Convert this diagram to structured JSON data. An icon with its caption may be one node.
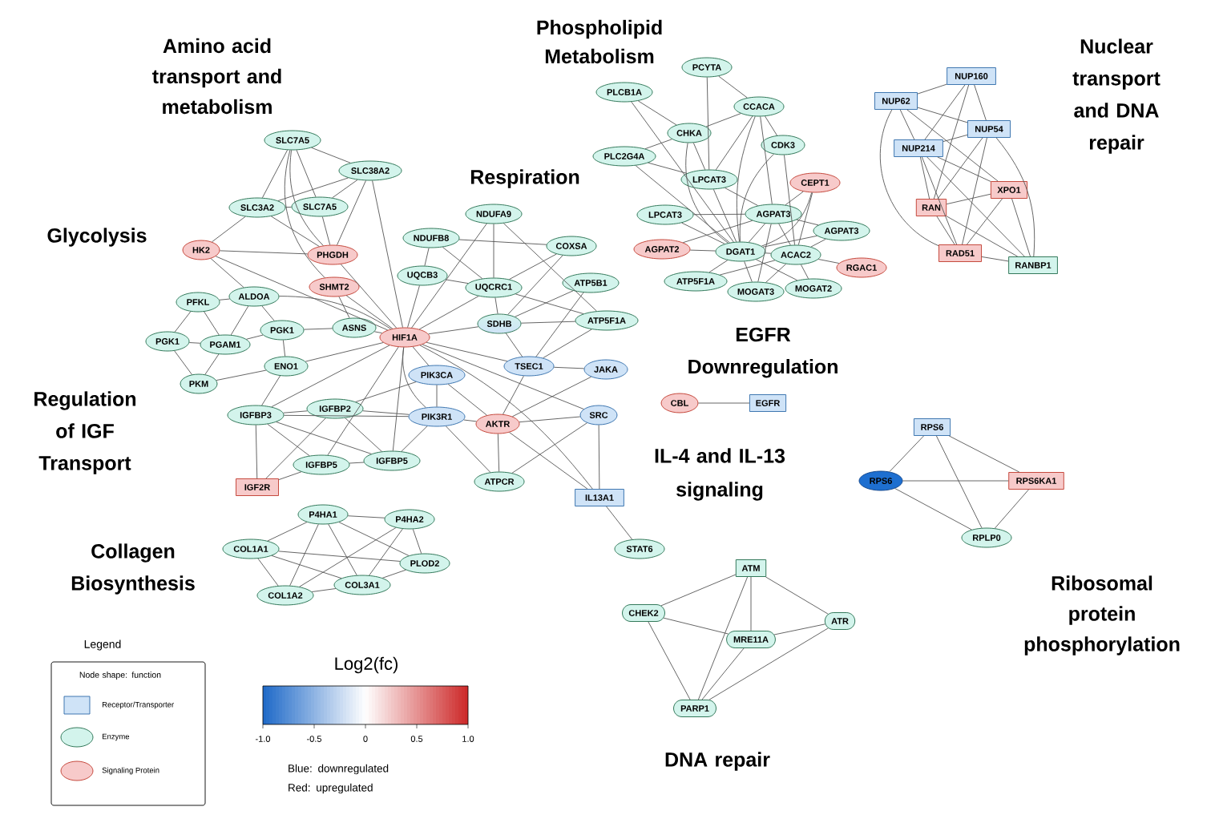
{
  "diagram": {
    "nodes": [
      {
        "text": [
          "SLC7A5"
        ]
      },
      {
        "text": [
          "SLC38A2"
        ]
      },
      {
        "text": [
          "SLC3A2"
        ]
      },
      {
        "text": [
          "SLC7A5"
        ]
      },
      {
        "text": [
          "PHGDH"
        ]
      },
      {
        "text": [
          "HK2"
        ]
      },
      {
        "text": [
          "SHMT2"
        ]
      },
      {
        "text": [
          "PFKL"
        ]
      },
      {
        "text": [
          "ALDOA"
        ]
      },
      {
        "text": [
          "PGK1"
        ]
      },
      {
        "text": [
          "PGK1"
        ]
      },
      {
        "text": [
          "PGAM1"
        ]
      },
      {
        "text": [
          "ASNS"
        ]
      },
      {
        "text": [
          "ENO1"
        ]
      },
      {
        "text": [
          "PKM"
        ]
      },
      {
        "text": [
          "HIF1A"
        ]
      },
      {
        "text": [
          "IGFBP3"
        ]
      },
      {
        "text": [
          "IGFBP2"
        ]
      },
      {
        "text": [
          "IGFBP5"
        ]
      },
      {
        "text": [
          "IGFBP5"
        ]
      },
      {
        "text": [
          "IGF2R"
        ]
      },
      {
        "text": [
          "PIK3CA"
        ]
      },
      {
        "text": [
          "PIK3R1"
        ]
      },
      {
        "text": [
          "AKTR"
        ]
      },
      {
        "text": [
          "ATPCR"
        ]
      },
      {
        "text": [
          "NDUFA9"
        ]
      },
      {
        "text": [
          "NDUFB8"
        ]
      },
      {
        "text": [
          "COXSA"
        ]
      },
      {
        "text": [
          "UQCB3"
        ]
      },
      {
        "text": [
          "UQCRC1"
        ]
      },
      {
        "text": [
          "ATP5B1"
        ]
      },
      {
        "text": [
          "SDHB"
        ]
      },
      {
        "text": [
          "ATP5F1A"
        ]
      },
      {
        "text": [
          "TSEC1"
        ]
      },
      {
        "text": [
          "JAKA"
        ]
      },
      {
        "text": [
          "SRC"
        ]
      },
      {
        "text": [
          "IL13A1"
        ]
      },
      {
        "text": [
          "STAT6"
        ]
      },
      {
        "text": [
          "PCYTA"
        ]
      },
      {
        "text": [
          "PLCB1A"
        ]
      },
      {
        "text": [
          "CCACA"
        ]
      },
      {
        "text": [
          "CHKA"
        ]
      },
      {
        "text": [
          "CDK3"
        ]
      },
      {
        "text": [
          "PLC2G4A"
        ]
      },
      {
        "text": [
          "LPCAT3"
        ]
      },
      {
        "text": [
          "CEPT1"
        ]
      },
      {
        "text": [
          "LPCAT3"
        ]
      },
      {
        "text": [
          "AGPAT3"
        ]
      },
      {
        "text": [
          "AGPAT3"
        ]
      },
      {
        "text": [
          "AGPAT2"
        ]
      },
      {
        "text": [
          "DGAT1"
        ]
      },
      {
        "text": [
          "ACAC2"
        ]
      },
      {
        "text": [
          "RGAC1"
        ]
      },
      {
        "text": [
          "ATP5F1A"
        ]
      },
      {
        "text": [
          "MOGAT3"
        ]
      },
      {
        "text": [
          "MOGAT2"
        ]
      },
      {
        "text": [
          "CBL"
        ]
      },
      {
        "text": [
          "EGFR"
        ]
      },
      {
        "text": [
          "NUP160"
        ]
      },
      {
        "text": [
          "NUP62"
        ]
      },
      {
        "text": [
          "NUP54"
        ]
      },
      {
        "text": [
          "NUP214"
        ]
      },
      {
        "text": [
          "XPO1"
        ]
      },
      {
        "text": [
          "RAN"
        ]
      },
      {
        "text": [
          "RAD51"
        ]
      },
      {
        "text": [
          "RANBP1"
        ]
      },
      {
        "text": [
          "RPS6"
        ]
      },
      {
        "text": [
          "RPS6"
        ]
      },
      {
        "text": [
          "RPS6KA1"
        ]
      },
      {
        "text": [
          "RPLP0"
        ]
      },
      {
        "text": [
          "P4HA1"
        ]
      },
      {
        "text": [
          "P4HA2"
        ]
      },
      {
        "text": [
          "COL1A1"
        ]
      },
      {
        "text": [
          "PLOD2"
        ]
      },
      {
        "text": [
          "COL3A1"
        ]
      },
      {
        "text": [
          "COL1A2"
        ]
      },
      {
        "text": [
          "ATM"
        ]
      },
      {
        "text": [
          "CHEK2"
        ]
      },
      {
        "text": [
          "ATR"
        ]
      },
      {
        "text": [
          "MRE11A"
        ]
      },
      {
        "text": [
          "PARP1"
        ]
      }
    ],
    "edges": [
      {
        "from": 0,
        "to": 2,
        "arrow": "none"
      },
      {
        "from": 0,
        "to": 3,
        "arrow": "none"
      },
      {
        "from": 0,
        "to": 1,
        "arrow": "none"
      },
      {
        "from": 0,
        "to": 4,
        "arrow": "none"
      },
      {
        "from": 0,
        "to": 6,
        "arrow": "none"
      },
      {
        "from": 1,
        "to": 2,
        "arrow": "none"
      },
      {
        "from": 1,
        "to": 3,
        "arrow": "none"
      },
      {
        "from": 1,
        "to": 4,
        "arrow": "none"
      },
      {
        "from": 1,
        "to": 15,
        "arrow": "none"
      },
      {
        "from": 2,
        "to": 3,
        "arrow": "none"
      },
      {
        "from": 2,
        "to": 5,
        "arrow": "none"
      },
      {
        "from": 2,
        "to": 4,
        "arrow": "none"
      },
      {
        "from": 3,
        "to": 4,
        "arrow": "none"
      },
      {
        "from": 5,
        "to": 4,
        "arrow": "none"
      },
      {
        "from": 5,
        "to": 8,
        "arrow": "none"
      },
      {
        "from": 5,
        "to": 15,
        "arrow": "none"
      },
      {
        "from": 4,
        "to": 15,
        "arrow": "none"
      },
      {
        "from": 6,
        "to": 15,
        "arrow": "none"
      },
      {
        "from": 6,
        "to": 12,
        "arrow": "none"
      },
      {
        "from": 7,
        "to": 8,
        "arrow": "none"
      },
      {
        "from": 7,
        "to": 10,
        "arrow": "none"
      },
      {
        "from": 7,
        "to": 11,
        "arrow": "none"
      },
      {
        "from": 8,
        "to": 11,
        "arrow": "none"
      },
      {
        "from": 8,
        "to": 9,
        "arrow": "none"
      },
      {
        "from": 8,
        "to": 15,
        "arrow": "none"
      },
      {
        "from": 10,
        "to": 11,
        "arrow": "none"
      },
      {
        "from": 10,
        "to": 14,
        "arrow": "none"
      },
      {
        "from": 11,
        "to": 9,
        "arrow": "none"
      },
      {
        "from": 11,
        "to": 14,
        "arrow": "none"
      },
      {
        "from": 9,
        "to": 13,
        "arrow": "none"
      },
      {
        "from": 9,
        "to": 12,
        "arrow": "none"
      },
      {
        "from": 12,
        "to": 15,
        "arrow": "none"
      },
      {
        "from": 13,
        "to": 14,
        "arrow": "none"
      },
      {
        "from": 13,
        "to": 15,
        "arrow": "none"
      },
      {
        "from": 13,
        "to": 16,
        "arrow": "none"
      },
      {
        "from": 16,
        "to": 17,
        "arrow": "none"
      },
      {
        "from": 16,
        "to": 15,
        "arrow": "none"
      },
      {
        "from": 16,
        "to": 20,
        "arrow": "none"
      },
      {
        "from": 16,
        "to": 18,
        "arrow": "none"
      },
      {
        "from": 16,
        "to": 19,
        "arrow": "none"
      },
      {
        "from": 16,
        "to": 22,
        "arrow": "none"
      },
      {
        "from": 17,
        "to": 21,
        "arrow": "none"
      },
      {
        "from": 17,
        "to": 22,
        "arrow": "none"
      },
      {
        "from": 17,
        "to": 19,
        "arrow": "none"
      },
      {
        "from": 17,
        "to": 20,
        "arrow": "none"
      },
      {
        "from": 18,
        "to": 19,
        "arrow": "none"
      },
      {
        "from": 18,
        "to": 20,
        "arrow": "none"
      },
      {
        "from": 18,
        "to": 15,
        "arrow": "none"
      },
      {
        "from": 19,
        "to": 15,
        "arrow": "none"
      },
      {
        "from": 19,
        "to": 22,
        "arrow": "none"
      },
      {
        "from": 22,
        "to": 21,
        "arrow": "none"
      },
      {
        "from": 21,
        "to": 15,
        "arrow": "none"
      },
      {
        "from": 22,
        "to": 15,
        "arrow": "none"
      },
      {
        "from": 22,
        "to": 23,
        "arrow": "none"
      },
      {
        "from": 21,
        "to": 23,
        "arrow": "none"
      },
      {
        "from": 22,
        "to": 24,
        "arrow": "none"
      },
      {
        "from": 23,
        "to": 24,
        "arrow": "none"
      },
      {
        "from": 23,
        "to": 33,
        "arrow": "none"
      },
      {
        "from": 23,
        "to": 34,
        "arrow": "none"
      },
      {
        "from": 23,
        "to": 35,
        "arrow": "none"
      },
      {
        "from": 23,
        "to": 36,
        "arrow": "none"
      },
      {
        "from": 24,
        "to": 35,
        "arrow": "none"
      },
      {
        "from": 15,
        "to": 35,
        "arrow": "none"
      },
      {
        "from": 15,
        "to": 36,
        "arrow": "none"
      },
      {
        "from": 35,
        "to": 36,
        "arrow": "none"
      },
      {
        "from": 36,
        "to": 37,
        "arrow": "none"
      },
      {
        "from": 15,
        "to": 25,
        "arrow": "none"
      },
      {
        "from": 15,
        "to": 28,
        "arrow": "none"
      },
      {
        "from": 15,
        "to": 29,
        "arrow": "none"
      },
      {
        "from": 15,
        "to": 31,
        "arrow": "none"
      },
      {
        "from": 15,
        "to": 33,
        "arrow": "none"
      },
      {
        "from": 25,
        "to": 29,
        "arrow": "none"
      },
      {
        "from": 25,
        "to": 32,
        "arrow": "none"
      },
      {
        "from": 26,
        "to": 28,
        "arrow": "none"
      },
      {
        "from": 26,
        "to": 29,
        "arrow": "none"
      },
      {
        "from": 26,
        "to": 27,
        "arrow": "none"
      },
      {
        "from": 28,
        "to": 29,
        "arrow": "none"
      },
      {
        "from": 27,
        "to": 29,
        "arrow": "none"
      },
      {
        "from": 27,
        "to": 31,
        "arrow": "none"
      },
      {
        "from": 29,
        "to": 31,
        "arrow": "none"
      },
      {
        "from": 29,
        "to": 32,
        "arrow": "none"
      },
      {
        "from": 31,
        "to": 32,
        "arrow": "none"
      },
      {
        "from": 31,
        "to": 33,
        "arrow": "none"
      },
      {
        "from": 30,
        "to": 33,
        "arrow": "none"
      },
      {
        "from": 32,
        "to": 33,
        "arrow": "none"
      },
      {
        "from": 33,
        "to": 34,
        "arrow": "none"
      },
      {
        "from": 30,
        "to": 31,
        "arrow": "none"
      },
      {
        "from": 38,
        "to": 40,
        "arrow": "none"
      },
      {
        "from": 38,
        "to": 44,
        "arrow": "none"
      },
      {
        "from": 39,
        "to": 41,
        "arrow": "none"
      },
      {
        "from": 39,
        "to": 50,
        "arrow": "none"
      },
      {
        "from": 40,
        "to": 41,
        "arrow": "none"
      },
      {
        "from": 40,
        "to": 44,
        "arrow": "none"
      },
      {
        "from": 40,
        "to": 42,
        "arrow": "none"
      },
      {
        "from": 40,
        "to": 47,
        "arrow": "none"
      },
      {
        "from": 40,
        "to": 50,
        "arrow": "none"
      },
      {
        "from": 41,
        "to": 43,
        "arrow": "none"
      },
      {
        "from": 41,
        "to": 44,
        "arrow": "none"
      },
      {
        "from": 41,
        "to": 50,
        "arrow": "none"
      },
      {
        "from": 43,
        "to": 50,
        "arrow": "none"
      },
      {
        "from": 43,
        "to": 44,
        "arrow": "none"
      },
      {
        "from": 42,
        "to": 50,
        "arrow": "none"
      },
      {
        "from": 42,
        "to": 51,
        "arrow": "none"
      },
      {
        "from": 44,
        "to": 47,
        "arrow": "none"
      },
      {
        "from": 44,
        "to": 50,
        "arrow": "none"
      },
      {
        "from": 45,
        "to": 47,
        "arrow": "none"
      },
      {
        "from": 45,
        "to": 50,
        "arrow": "none"
      },
      {
        "from": 45,
        "to": 51,
        "arrow": "none"
      },
      {
        "from": 46,
        "to": 47,
        "arrow": "none"
      },
      {
        "from": 46,
        "to": 50,
        "arrow": "none"
      },
      {
        "from": 47,
        "to": 48,
        "arrow": "none"
      },
      {
        "from": 47,
        "to": 50,
        "arrow": "none"
      },
      {
        "from": 47,
        "to": 51,
        "arrow": "none"
      },
      {
        "from": 47,
        "to": 54,
        "arrow": "none"
      },
      {
        "from": 48,
        "to": 50,
        "arrow": "none"
      },
      {
        "from": 48,
        "to": 51,
        "arrow": "none"
      },
      {
        "from": 49,
        "to": 50,
        "arrow": "none"
      },
      {
        "from": 49,
        "to": 47,
        "arrow": "none"
      },
      {
        "from": 50,
        "to": 51,
        "arrow": "none"
      },
      {
        "from": 50,
        "to": 53,
        "arrow": "none"
      },
      {
        "from": 50,
        "to": 54,
        "arrow": "none"
      },
      {
        "from": 50,
        "to": 55,
        "arrow": "none"
      },
      {
        "from": 51,
        "to": 52,
        "arrow": "none"
      },
      {
        "from": 51,
        "to": 53,
        "arrow": "none"
      },
      {
        "from": 51,
        "to": 54,
        "arrow": "none"
      },
      {
        "from": 51,
        "to": 55,
        "arrow": "none"
      },
      {
        "from": 56,
        "to": 57,
        "arrow": "none"
      },
      {
        "from": 58,
        "to": 59,
        "arrow": "none"
      },
      {
        "from": 58,
        "to": 61,
        "arrow": "none"
      },
      {
        "from": 58,
        "to": 60,
        "arrow": "none"
      },
      {
        "from": 58,
        "to": 63,
        "arrow": "none"
      },
      {
        "from": 59,
        "to": 60,
        "arrow": "none"
      },
      {
        "from": 59,
        "to": 61,
        "arrow": "none"
      },
      {
        "from": 59,
        "to": 62,
        "arrow": "none"
      },
      {
        "from": 59,
        "to": 64,
        "arrow": "none"
      },
      {
        "from": 60,
        "to": 61,
        "arrow": "none"
      },
      {
        "from": 60,
        "to": 63,
        "arrow": "none"
      },
      {
        "from": 60,
        "to": 64,
        "arrow": "none"
      },
      {
        "from": 60,
        "to": 65,
        "arrow": "none"
      },
      {
        "from": 61,
        "to": 62,
        "arrow": "none"
      },
      {
        "from": 61,
        "to": 63,
        "arrow": "none"
      },
      {
        "from": 61,
        "to": 64,
        "arrow": "none"
      },
      {
        "from": 61,
        "to": 65,
        "arrow": "none"
      },
      {
        "from": 62,
        "to": 63,
        "arrow": "none"
      },
      {
        "from": 62,
        "to": 64,
        "arrow": "none"
      },
      {
        "from": 62,
        "to": 65,
        "arrow": "none"
      },
      {
        "from": 63,
        "to": 64,
        "arrow": "none"
      },
      {
        "from": 63,
        "to": 65,
        "arrow": "none"
      },
      {
        "from": 64,
        "to": 65,
        "arrow": "none"
      },
      {
        "from": 66,
        "to": 67,
        "arrow": "none"
      },
      {
        "from": 66,
        "to": 68,
        "arrow": "none"
      },
      {
        "from": 66,
        "to": 69,
        "arrow": "none"
      },
      {
        "from": 67,
        "to": 68,
        "arrow": "none"
      },
      {
        "from": 67,
        "to": 69,
        "arrow": "none"
      },
      {
        "from": 68,
        "to": 69,
        "arrow": "none"
      },
      {
        "from": 70,
        "to": 71,
        "arrow": "none"
      },
      {
        "from": 70,
        "to": 72,
        "arrow": "none"
      },
      {
        "from": 70,
        "to": 73,
        "arrow": "none"
      },
      {
        "from": 70,
        "to": 74,
        "arrow": "none"
      },
      {
        "from": 70,
        "to": 75,
        "arrow": "none"
      },
      {
        "from": 71,
        "to": 73,
        "arrow": "none"
      },
      {
        "from": 71,
        "to": 74,
        "arrow": "none"
      },
      {
        "from": 71,
        "to": 75,
        "arrow": "none"
      },
      {
        "from": 72,
        "to": 73,
        "arrow": "none"
      },
      {
        "from": 72,
        "to": 74,
        "arrow": "none"
      },
      {
        "from": 72,
        "to": 75,
        "arrow": "none"
      },
      {
        "from": 75,
        "to": 74,
        "arrow": "none"
      },
      {
        "from": 74,
        "to": 73,
        "arrow": "none"
      },
      {
        "from": 76,
        "to": 77,
        "arrow": "none"
      },
      {
        "from": 76,
        "to": 78,
        "arrow": "none"
      },
      {
        "from": 76,
        "to": 79,
        "arrow": "none"
      },
      {
        "from": 76,
        "to": 80,
        "arrow": "none"
      },
      {
        "from": 77,
        "to": 79,
        "arrow": "none"
      },
      {
        "from": 77,
        "to": 80,
        "arrow": "none"
      },
      {
        "from": 79,
        "to": 78,
        "arrow": "none"
      },
      {
        "from": 79,
        "to": 80,
        "arrow": "none"
      },
      {
        "from": 78,
        "to": 80,
        "arrow": "none"
      }
    ],
    "labels": [
      "Phospholipid Metabolism",
      "Amino acid transport and metabolism",
      "Nuclear transport and DNA repair",
      "Respiration",
      "Glycolysis",
      "EGFR Downregulation",
      "Regulation of IGF Transport",
      "IL-4 and IL-13 signaling",
      "Collagen Biosynthesis",
      "Ribosomal protein phosphorylation",
      "Legend",
      "Log2(fc)",
      "Node shape: function",
      "-1.0",
      "-0.5",
      "0",
      "0.5",
      "1.0",
      "DNA repair",
      "Blue: downregulated",
      "Red: upregulated"
    ],
    "legend": [
      {
        "text": "Receptor/Transporter"
      },
      {
        "text": "Enzyme"
      },
      {
        "text": "Signaling Protein"
      }
    ]
  }
}
